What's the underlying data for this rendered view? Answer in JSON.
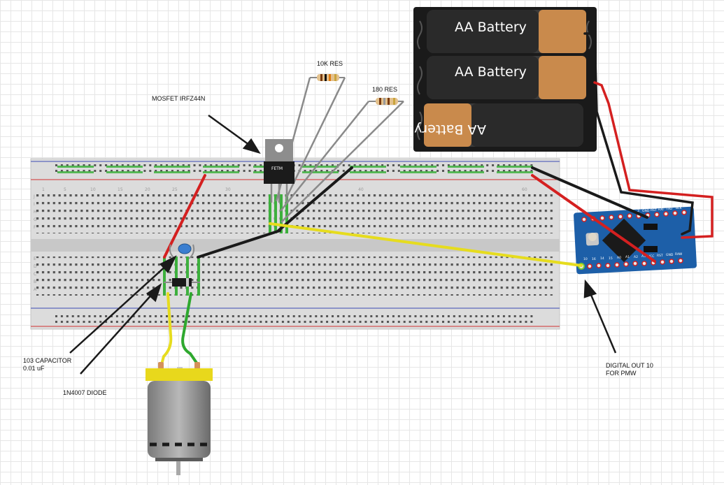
{
  "labels": {
    "mosfet": "MOSFET IRFZ44N",
    "res10k": "10K RES",
    "res180": "180 RES",
    "capacitor_line1": "103 CAPACITOR",
    "capacitor_line2": "0.01 uF",
    "diode": "1N4007 DIODE",
    "digital_out_line1": "DIGITAL OUT 10",
    "digital_out_line2": "FOR PMW"
  },
  "batteries": [
    "AA Battery",
    "AA Battery",
    "AA Battery"
  ],
  "mosfet_marking": "FETM",
  "breadboard": {
    "column_numbers": [
      "1",
      "5",
      "10",
      "15",
      "20",
      "25",
      "30",
      "40",
      "60"
    ],
    "row_letters_top": [
      "J",
      "I",
      "H",
      "G",
      "F"
    ],
    "row_letters_bottom": [
      "E",
      "D",
      "C",
      "B",
      "A"
    ]
  },
  "arduino_pins_top": [
    "2",
    "3",
    "GND",
    "RST",
    "RXI",
    "TXO",
    "BLK"
  ],
  "arduino_pins_bottom": [
    "10",
    "16",
    "14",
    "15",
    "A0",
    "A1",
    "A2",
    "A3",
    "VCC",
    "RST",
    "GND",
    "RAW"
  ],
  "colors": {
    "wire_red": "#d42020",
    "wire_black": "#1a1a1a",
    "wire_yellow": "#e6dc1e",
    "wire_green": "#2ea82e",
    "wire_gray": "#8a8a8a",
    "board_blue": "#1d5fa8",
    "motor_yellow": "#e8d81c",
    "battery_copper": "#c98a4c"
  }
}
